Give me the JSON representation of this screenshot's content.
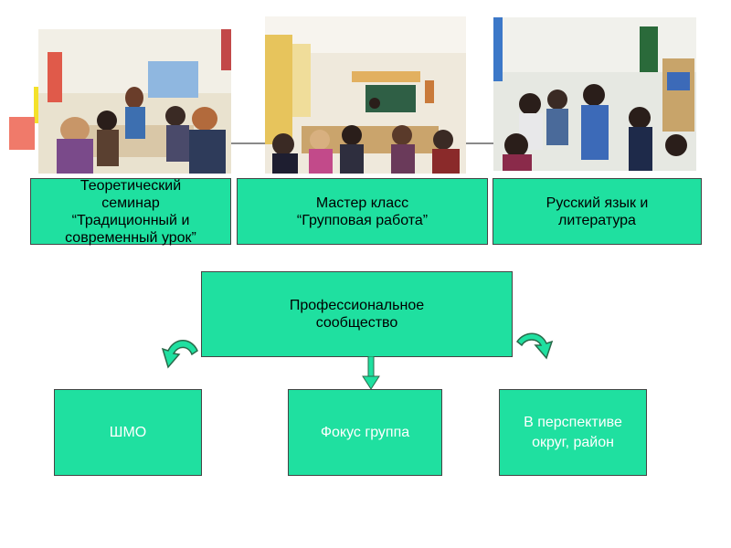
{
  "top_row": [
    {
      "label": "Теоретический\nсеминар\n“Традиционный и\nсовременный урок”",
      "photo": "teachers-seminar-photo"
    },
    {
      "label": "Мастер класс\n“Групповая работа”",
      "photo": "classroom-master-class-photo"
    },
    {
      "label": "Русский язык и\nлитература",
      "photo": "students-lesson-photo"
    }
  ],
  "center": {
    "label": "Профессиональное\nсообщество"
  },
  "bottom_row": [
    {
      "label": "ШМО"
    },
    {
      "label": "Фокус группа"
    },
    {
      "label": "В перспективе\nокруг, район"
    }
  ],
  "colors": {
    "box_fill": "#1fe0a0",
    "box_border": "#444444",
    "arrow_green": "#1fe0a0",
    "arrow_outline": "#2a6a4a",
    "accent_yellow": "#f4e12a",
    "accent_red": "#f07a6a"
  },
  "icons": [
    "curved-arrow-left-icon",
    "down-arrow-icon",
    "curved-arrow-right-icon"
  ]
}
